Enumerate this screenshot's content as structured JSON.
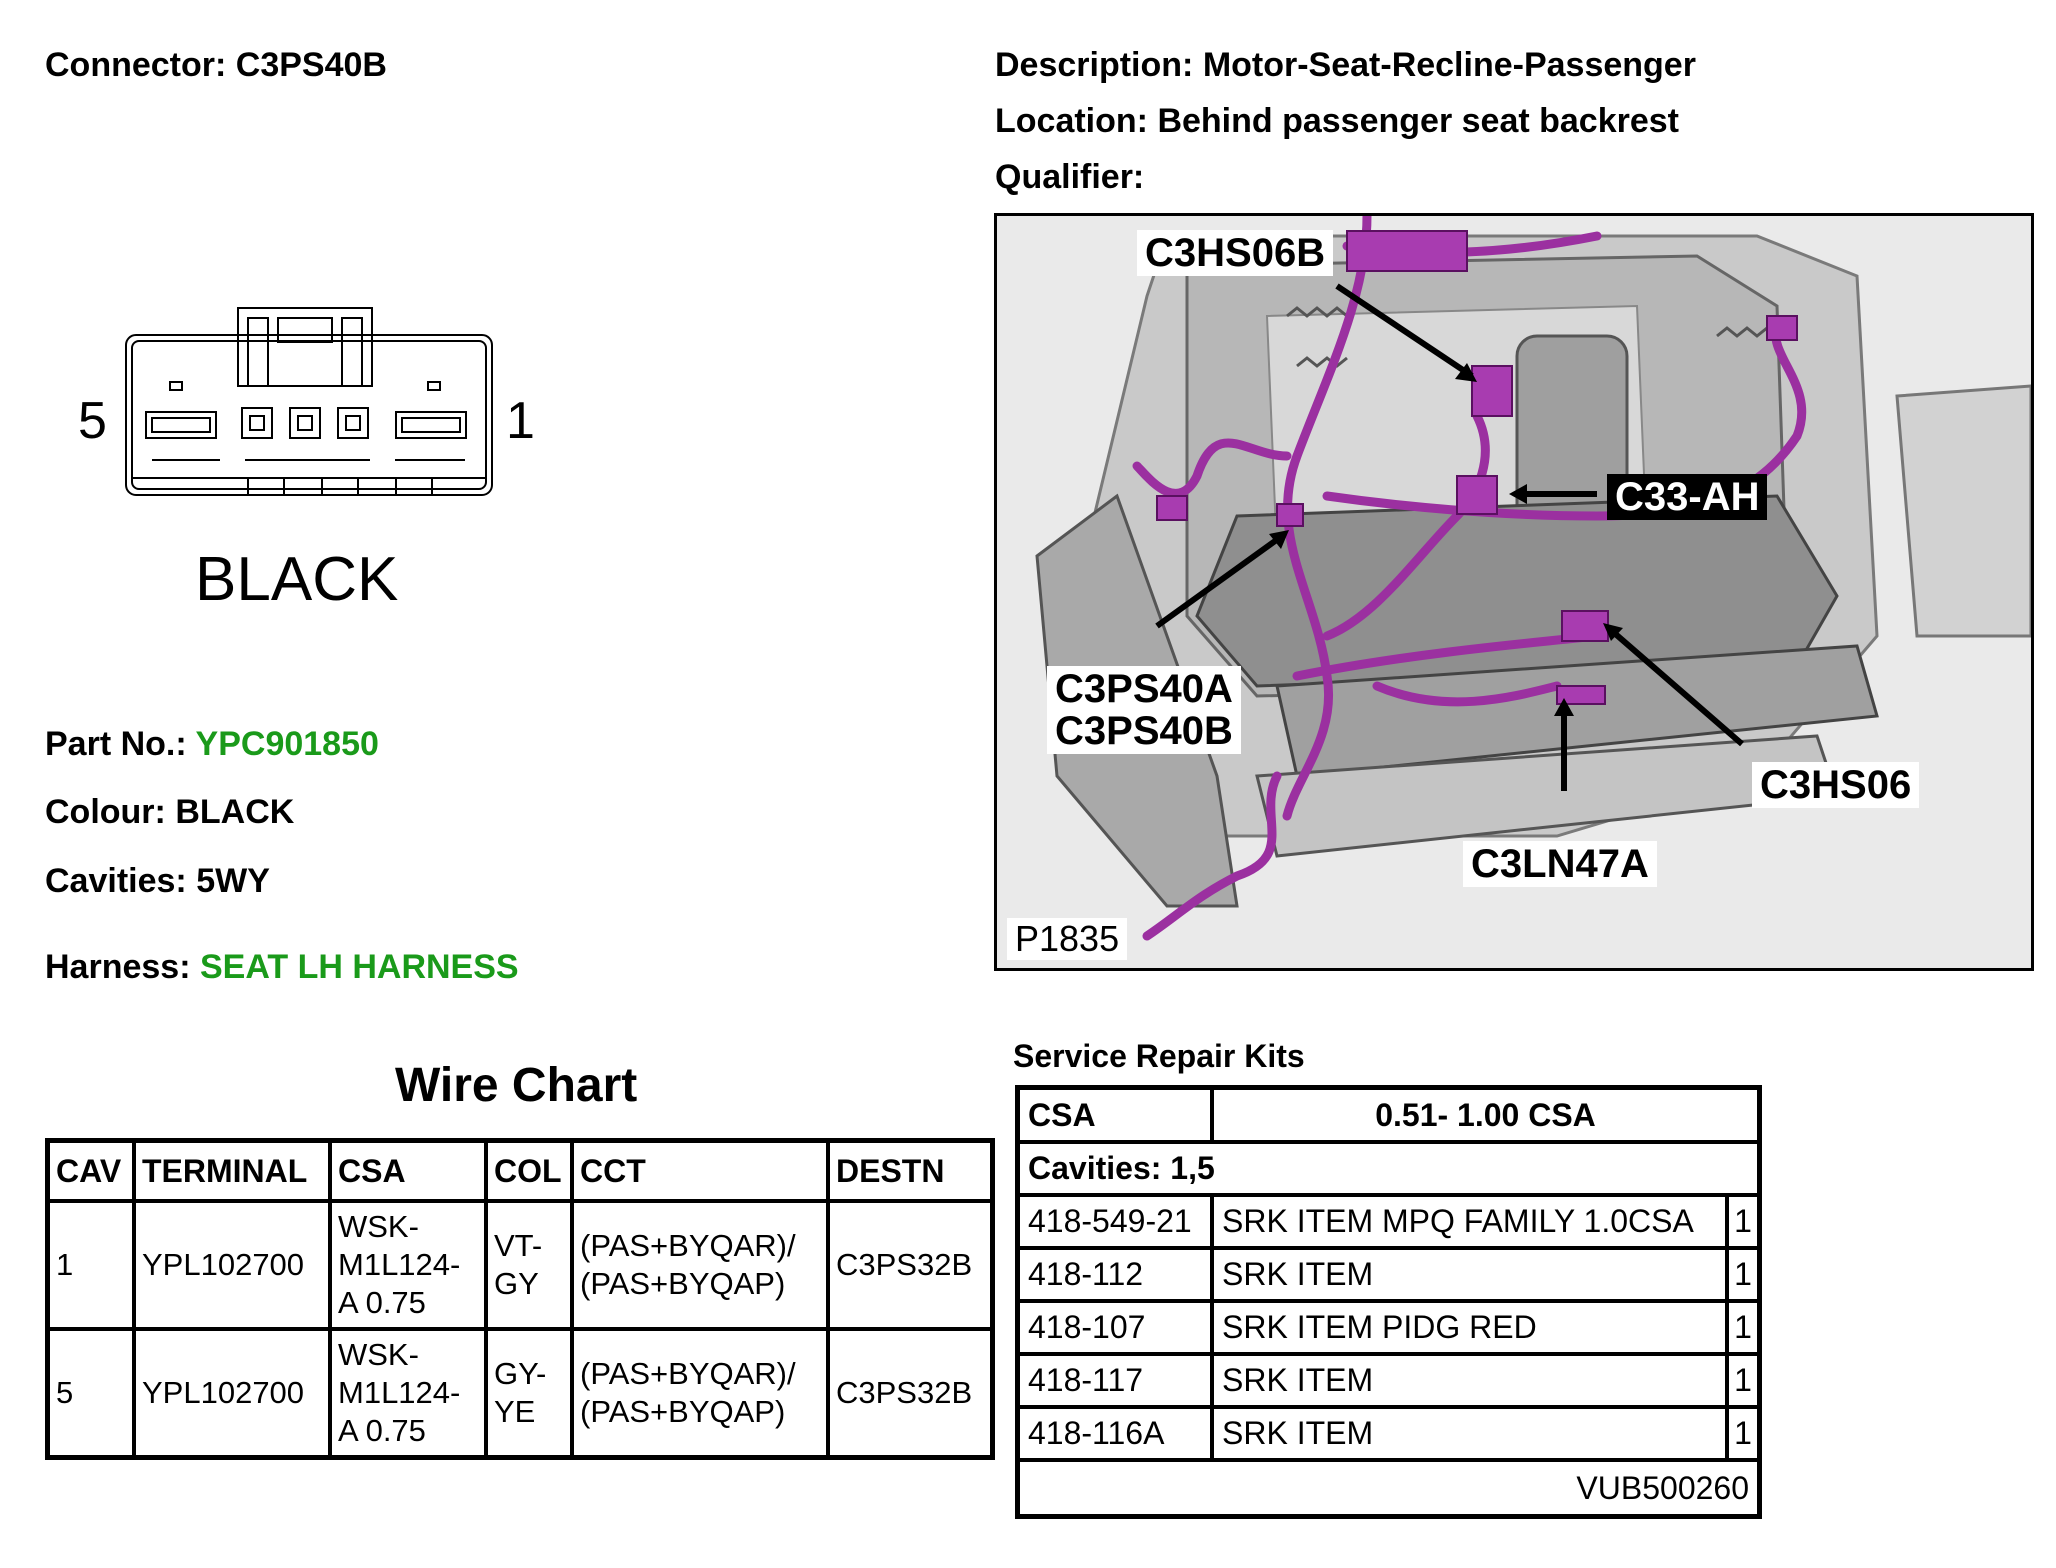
{
  "connector": {
    "label": "Connector:",
    "value": "C3PS40B"
  },
  "description": {
    "label": "Description:",
    "value": "Motor-Seat-Recline-Passenger"
  },
  "location": {
    "label": "Location:",
    "value": "Behind passenger seat backrest"
  },
  "qualifier": {
    "label": "Qualifier:",
    "value": ""
  },
  "diagram": {
    "pin_left": "5",
    "pin_right": "1",
    "colour_label": "BLACK"
  },
  "part_no": {
    "label": "Part No.:",
    "value": "YPC901850"
  },
  "colour": {
    "label": "Colour:",
    "value": "BLACK"
  },
  "cavities": {
    "label": "Cavities:",
    "value": "5WY"
  },
  "harness": {
    "label": "Harness:",
    "value": "SEAT LH HARNESS"
  },
  "photo": {
    "callouts": [
      "C3HS06B",
      "C33-AH",
      "C3PS40A",
      "C3PS40B",
      "C3HS06",
      "C3LN47A"
    ],
    "figure_id": "P1835",
    "colors": {
      "harness": "#9b30a0",
      "callout_dark": "#000000",
      "frame": "#bdbdbd"
    }
  },
  "wire_chart": {
    "title": "Wire Chart",
    "headers": [
      "CAV",
      "TERMINAL",
      "CSA",
      "COL",
      "CCT",
      "DESTN"
    ],
    "rows": [
      {
        "cav": "1",
        "terminal": "YPL102700",
        "csa": [
          "WSK-",
          "M1L124-",
          "A 0.75"
        ],
        "col": [
          "VT-",
          "GY"
        ],
        "cct": [
          "(PAS+BYQAR)/",
          "(PAS+BYQAP)"
        ],
        "destn": "C3PS32B"
      },
      {
        "cav": "5",
        "terminal": "YPL102700",
        "csa": [
          "WSK-",
          "M1L124-",
          "A 0.75"
        ],
        "col": [
          "GY-",
          "YE"
        ],
        "cct": [
          "(PAS+BYQAR)/",
          "(PAS+BYQAP)"
        ],
        "destn": "C3PS32B"
      }
    ]
  },
  "service_kits": {
    "title": "Service Repair Kits",
    "csa_label": "CSA",
    "csa_value": "0.51- 1.00 CSA",
    "cavities": "Cavities: 1,5",
    "items": [
      {
        "code": "418-549-21",
        "desc": "SRK ITEM MPQ FAMILY 1.0CSA",
        "qty": "1"
      },
      {
        "code": "418-112",
        "desc": "SRK ITEM",
        "qty": "1"
      },
      {
        "code": "418-107",
        "desc": "SRK ITEM PIDG RED",
        "qty": "1"
      },
      {
        "code": "418-117",
        "desc": "SRK ITEM",
        "qty": "1"
      },
      {
        "code": "418-116A",
        "desc": "SRK ITEM",
        "qty": "1"
      }
    ],
    "footer_code": "VUB500260"
  },
  "colors": {
    "accent_green": "#1a9a1a"
  }
}
